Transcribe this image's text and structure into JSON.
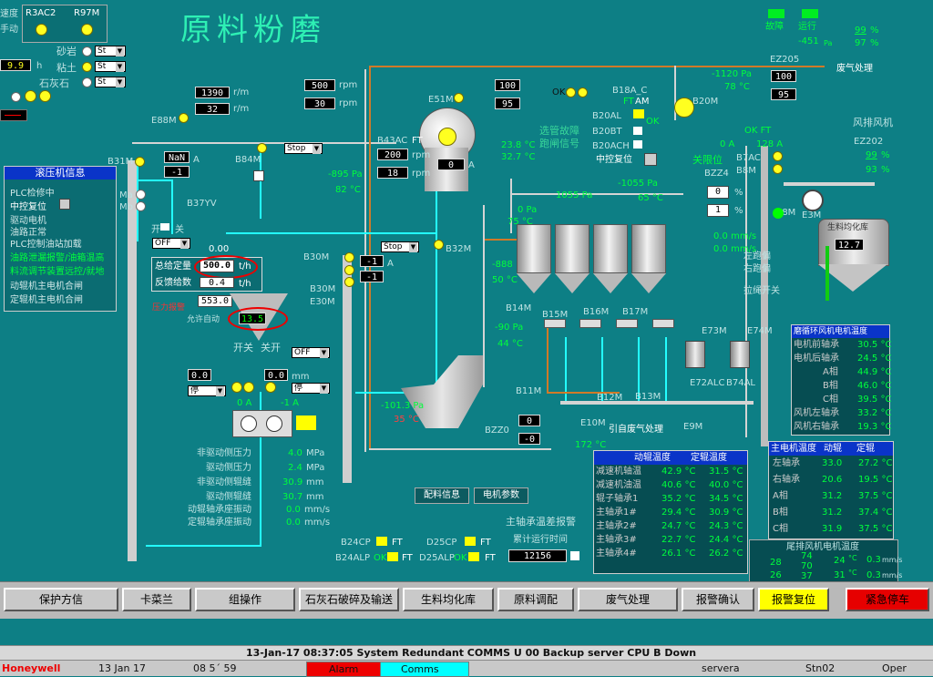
{
  "title": "原料粉磨",
  "top_left": {
    "lbl_a": "速度",
    "lbl_b": "手动",
    "tags": [
      "R3AC2",
      "R97M"
    ],
    "hop_labels": [
      "砂岩",
      "粘土",
      "石灰石"
    ],
    "hop_sel": "St",
    "val_99": "9.9",
    "val_unit": "h"
  },
  "mill_speed": {
    "v1": "1390",
    "u1": "r/m",
    "v2": "32",
    "u2": "r/m",
    "tag": "E88M"
  },
  "rpm_box": {
    "v1": "500",
    "u1": "rpm",
    "v2": "30",
    "u2": "rpm"
  },
  "top_right": {
    "lbl_fault": "故障",
    "lbl_run": "运行",
    "n1": "-451",
    "n1_u": "Pa",
    "p1": "99",
    "p1_u": "%",
    "p2": "97",
    "p2_u": "%",
    "ez205": "EZ205",
    "waste": "废气处理",
    "v100": "100",
    "v95": "95",
    "pa1": "-1120 Pa",
    "temp1": "78 °C",
    "fan_lbl": "风排风机",
    "ez202": "EZ202",
    "pz1": "99",
    "pz1u": "%",
    "pz2": "93",
    "pz2u": "%",
    "ok_ft": "OK FT",
    "a0": "0 A",
    "a128": "128 A",
    "b7ac": "B7AC",
    "b8m": "B8M"
  },
  "center": {
    "v100": "100",
    "v95": "95",
    "ok": "OK",
    "b18a": "B18A_C",
    "ft": "FT",
    "am": "AM",
    "b20al": "B20AL",
    "b20b": "B20BT",
    "b20ach": "B20ACH",
    "b20m": "B20M",
    "ok2": "OK",
    "fault_msg1": "选管故障",
    "fault_msg2": "跑闸信号",
    "ctrl_reset": "中控复位",
    "t238": "23.8 °C",
    "t327": "32.7 °C",
    "close": "关限位",
    "bzz4": "BZZ4",
    "pa1055": "-1055 Pa",
    "t65": "65 °C",
    "pa1055b": "1055 Pa",
    "p0": "0 Pa",
    "t75": "75 °C",
    "e51m": "E51M",
    "b43ac": "B43AC",
    "ft2": "FT",
    "rpm200": "200",
    "rpm_u": "rpm",
    "rpm18": "18",
    "rpm18u": "rpm",
    "a0": "0",
    "a0u": "A",
    "pa895": "-895 Pa",
    "t82": "82 °C",
    "b84m": "B84M",
    "b37yv": "B37YV",
    "stop1": "Stop",
    "stop2": "Stop",
    "b30m": "B30M",
    "bsum": "B30M",
    "e30m": "E30M",
    "am1": "-1",
    "am2": "-1",
    "amu": "A",
    "b32m": "B32M",
    "pa888": "-888",
    "t50": "50 °C",
    "pa1013": "-101.3 Pa",
    "t35": "35 °C",
    "bzz0": "BZZ0",
    "z0": "0",
    "z1": "-0",
    "b14m": "B14M",
    "b15m": "B15M",
    "b16m": "B16M",
    "b17m": "B17M",
    "e73m": "E73M",
    "e74m": "E74M",
    "pa90": "-90 Pa",
    "t44": "44 °C",
    "b11m": "B11M",
    "b12m": "B12M",
    "b13m": "B13M",
    "e72alc": "E72ALC",
    "b74a": "B74AL",
    "e10m": "E10M",
    "e9m": "E9M",
    "t172": "172 °C",
    "waste2": "引自废气处理",
    "p0b": "0",
    "p0bu": "%",
    "p1b": "1",
    "p1bu": "%",
    "ms1": "0.0 mm/s",
    "ms2": "0.0 mm/s",
    "e8m": "E8M",
    "e3m": "E3M",
    "tank_lbl": "生料均化库",
    "tank_val": "12.7",
    "left_run": "左跑偏",
    "right_run": "右跑偏",
    "lat": "拉绳开关"
  },
  "roller_panel": {
    "title": "滚压机信息",
    "items": [
      "PLC检修中",
      "中控复位",
      "驱动电机",
      "油路正常",
      "PLC控制油站加载",
      "油路泄漏报警/油箱温高",
      "料流调节装置远控/就地",
      "动辊机主电机合闸",
      "定辊机主电机合闸"
    ]
  },
  "left_mid": {
    "b31m": "B31M",
    "nan": "NaN",
    "m1": "-1",
    "au": "A",
    "ma": "Ma",
    "mb": "Mb",
    "off": "OFF",
    "kai": "开",
    "guan": "关",
    "zero_a": "0.00",
    "lbl_total": "总给定量",
    "val_total": "500.0",
    "unit_total": "t/h",
    "lbl_fb": "反馈给数",
    "val_fb": "0.4",
    "unit_fb": "t/h",
    "val_553": "553.0",
    "lbl_allow": "允许自动",
    "val_135": "13.5",
    "press": "压力报警",
    "lbl_open": "开关",
    "lbl_shut": "关开",
    "val_00": "0.0",
    "u_mm": "mm",
    "off2": "OFF",
    "sel1": "停",
    "sel2": "停",
    "a0": "0 A",
    "a1": "-1 A"
  },
  "readouts": [
    {
      "label": "非驱动侧压力",
      "value": "4.0",
      "unit": "MPa"
    },
    {
      "label": "驱动侧压力",
      "value": "2.4",
      "unit": "MPa"
    },
    {
      "label": "非驱动侧辊缝",
      "value": "30.9",
      "unit": "mm"
    },
    {
      "label": "驱动侧辊缝",
      "value": "30.7",
      "unit": "mm"
    },
    {
      "label": "动辊轴承座振动",
      "value": "0.0",
      "unit": "mm/s"
    },
    {
      "label": "定辊轴承座振动",
      "value": "0.0",
      "unit": "mm/s"
    }
  ],
  "small_buttons": [
    "配料信息",
    "电机参数"
  ],
  "bearing": {
    "title_temp": "主轴承温差报警",
    "run_time_lbl": "累计运行时间",
    "run_time": "12156",
    "b24cp": "B24CP",
    "b24alp": "B24ALP",
    "d25cp": "D25CP",
    "d25alp": "D25ALP",
    "ok": "OK",
    "ft": "FT"
  },
  "table_roll": {
    "h1": "动辊温度",
    "h2": "定辊温度",
    "rows": [
      {
        "n": "减速机轴温",
        "a": "42.9 °C",
        "b": "31.5 °C"
      },
      {
        "n": "减速机油温",
        "a": "40.6 °C",
        "b": "40.0 °C"
      },
      {
        "n": "辊子轴承1",
        "a": "35.2 °C",
        "b": "34.5 °C"
      },
      {
        "n": "主轴承1#",
        "a": "29.4 °C",
        "b": "30.9 °C"
      },
      {
        "n": "主轴承2#",
        "a": "24.7 °C",
        "b": "24.3 °C"
      },
      {
        "n": "主轴承3#",
        "a": "22.7 °C",
        "b": "24.4 °C"
      },
      {
        "n": "主轴承4#",
        "a": "26.1 °C",
        "b": "26.2 °C"
      }
    ]
  },
  "table_fan": {
    "title": "磨循环风机电机温度",
    "rows": [
      {
        "n": "电机前轴承",
        "v": "30.5 °C"
      },
      {
        "n": "电机后轴承",
        "v": "24.5 °C"
      },
      {
        "n": "A相",
        "v": "44.9 °C"
      },
      {
        "n": "B相",
        "v": "46.0 °C"
      },
      {
        "n": "C相",
        "v": "39.5 °C"
      },
      {
        "n": "风机左轴承",
        "v": "33.2 °C"
      },
      {
        "n": "风机右轴承",
        "v": "19.3 °C"
      }
    ]
  },
  "table_motor": {
    "h0": "主电机温度",
    "h1": "动辊",
    "h2": "定辊",
    "rows": [
      {
        "n": "左轴承",
        "a": "33.0",
        "b": "27.2 °C"
      },
      {
        "n": "右轴承",
        "a": "20.6",
        "b": "19.5 °C"
      },
      {
        "n": "A相",
        "a": "31.2",
        "b": "37.5 °C"
      },
      {
        "n": "B相",
        "a": "31.2",
        "b": "37.4 °C"
      },
      {
        "n": "C相",
        "a": "31.9",
        "b": "37.5 °C"
      }
    ]
  },
  "table_vib": {
    "title": "尾排风机电机温度",
    "r1": [
      "28",
      "70",
      "24",
      "°C",
      "0.3",
      "mm/s"
    ],
    "r2": [
      "26",
      "71",
      "31",
      "°C",
      "0.3",
      "mm/s"
    ],
    "extra1": "74",
    "extra2": "37"
  },
  "buttons": [
    "保护方信",
    "卡菜兰",
    "组操作",
    "石灰石破碎及输送",
    "生料均化库",
    "原料调配",
    "废气处理",
    "报警确认",
    "报警复位",
    "紧急停车"
  ],
  "status": {
    "message": "13-Jan-17  08:37:05  System  Redundant  COMMS  U 00 Backup server  CPU B Down",
    "brand": "Honeywell",
    "date": "13 Jan 17",
    "time": "08 5´ 59",
    "alarm": "Alarm",
    "comms": "Comms",
    "server": "servera",
    "station": "Stn02",
    "oper": "Oper"
  },
  "colors": {
    "bg": "#0d7f85",
    "accent_green": "#00ff3c",
    "accent_yellow": "#ffff20",
    "alarm_red": "#ee0000",
    "comms_cyan": "#00ffff"
  }
}
